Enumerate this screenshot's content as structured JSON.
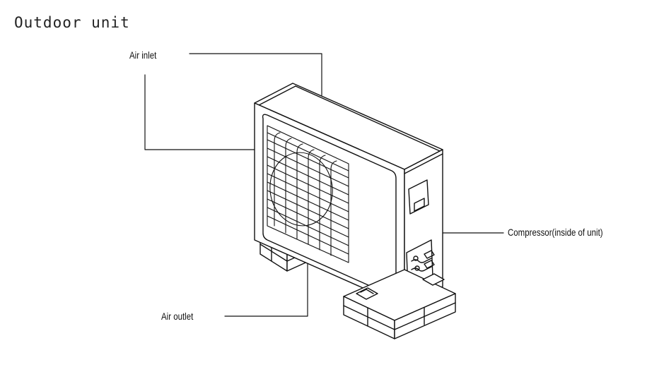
{
  "title": "Outdoor unit",
  "labels": {
    "air_inlet": "Air inlet",
    "air_outlet": "Air outlet",
    "compressor": "Compressor(inside of unit)"
  }
}
